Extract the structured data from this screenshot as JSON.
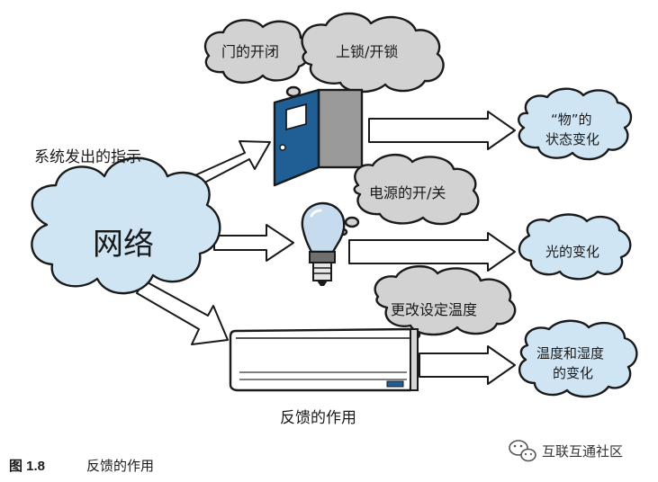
{
  "colors": {
    "cloud_blue": "#cfe5f3",
    "thought_gray": "#d2d2d2",
    "door_blue": "#1f5f95",
    "door_frame_gray": "#9a9a9a",
    "bulb_blue": "#c7dbef"
  },
  "network_cloud": {
    "label": "网络"
  },
  "instruction_label": "系统发出的指示",
  "door_thoughts": {
    "open_close": "门的开闭",
    "lock_unlock": "上锁/开锁"
  },
  "bulb_thought": "电源的开/关",
  "ac_thought": "更改设定温度",
  "results": {
    "object_state": [
      "“物”的",
      "状态变化"
    ],
    "light_change": "光的变化",
    "temp_humidity": [
      "温度和湿度",
      "的变化"
    ]
  },
  "ac_caption": "反馈的作用",
  "figure_caption": {
    "number": "图 1.8",
    "title": "反馈的作用"
  },
  "watermark": {
    "icon": "wechat-icon",
    "text": "互联互通社区"
  }
}
